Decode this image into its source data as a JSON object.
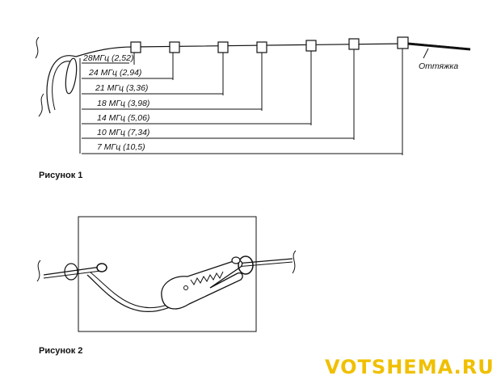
{
  "figure1": {
    "caption": "Рисунок 1",
    "guy_label": "Оттяжка",
    "bands": [
      {
        "label": "28МГц (2,52)"
      },
      {
        "label": "24 МГц (2,94)"
      },
      {
        "label": "21 МГц (3,36)"
      },
      {
        "label": "18 МГц (3,98)"
      },
      {
        "label": "14 МГц (5,06)"
      },
      {
        "label": "10 МГц (7,34)"
      },
      {
        "label": "7 МГц (10,5)"
      }
    ]
  },
  "figure2": {
    "caption": "Рисунок 2"
  },
  "watermark": {
    "text": "VOTSHEMA.RU",
    "color": "#f0c000"
  }
}
